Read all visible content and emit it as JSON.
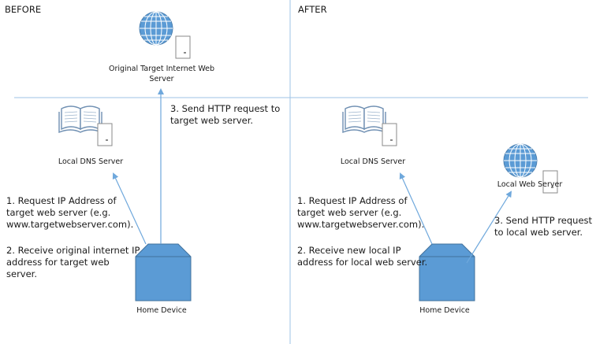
{
  "panels": {
    "before": {
      "header": "BEFORE",
      "internet_server_label": "Original Target Internet Web Server",
      "dns_label": "Local DNS Server",
      "device_label": "Home Device",
      "step1": "1. Request IP Address of\ntarget web server (e.g.\nwww.targetwebserver.com).",
      "step2": "2. Receive original internet IP\naddress for target web\nserver.",
      "step3": "3. Send HTTP request to\ntarget web server."
    },
    "after": {
      "header": "AFTER",
      "dns_label": "Local DNS Server",
      "local_web_label": "Local Web Server",
      "device_label": "Home Device",
      "step1": "1. Request IP Address of\ntarget web server (e.g.\nwww.targetwebserver.com).",
      "step2": "2. Receive new local IP\naddress for local web server.",
      "step3": "3. Send HTTP request\nto local web server."
    }
  },
  "colors": {
    "divider": "#9dc3e6",
    "arrow": "#6fa8dc",
    "device_fill": "#5b9bd5",
    "device_stroke": "#41719c",
    "globe_fill": "#5b9bd5",
    "globe_grid": "#ffffff",
    "book_stroke": "#6f8fb2"
  },
  "icons": [
    "globe-icon",
    "server-icon",
    "book-icon",
    "home-device-icon"
  ]
}
